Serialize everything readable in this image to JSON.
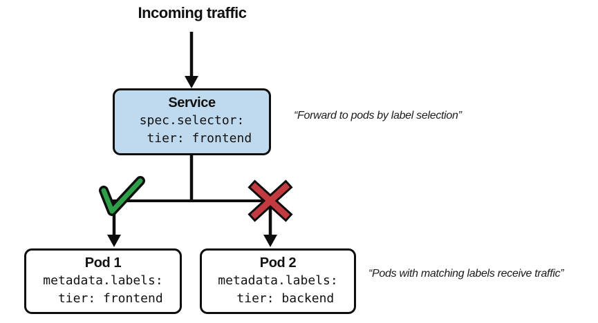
{
  "diagram": {
    "title": "Incoming traffic",
    "service": {
      "title": "Service",
      "code_line1": "spec.selector:",
      "code_line2": "  tier: frontend"
    },
    "pod1": {
      "title": "Pod 1",
      "code_line1": "metadata.labels:",
      "code_line2": "  tier: frontend"
    },
    "pod2": {
      "title": "Pod 2",
      "code_line1": "metadata.labels:",
      "code_line2": "  tier: backend"
    },
    "annotations": {
      "service_note": "“Forward to pods by label selection”",
      "pods_note": "“Pods with matching labels receive traffic”"
    },
    "colors": {
      "line": "#0d0d0d",
      "service_fill": "#bfdaee",
      "check_green": "#2f9e48",
      "cross_red": "#c23b41"
    }
  }
}
